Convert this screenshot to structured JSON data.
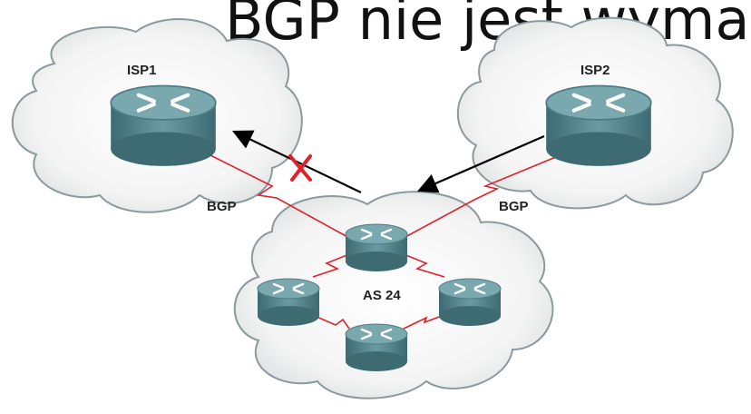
{
  "title": "BGP nie jest wymagany",
  "clouds": {
    "isp1": {
      "label": "ISP1"
    },
    "isp2": {
      "label": "ISP2"
    },
    "as": {
      "label": "AS 24"
    }
  },
  "links": {
    "left_label": "BGP",
    "right_label": "BGP"
  },
  "colors": {
    "cloud_fill": "#eeeeee",
    "cloud_stroke": "#8a9aa0",
    "router_top": "#5e8f97",
    "router_side": "#4a7880",
    "link": "#e0202a",
    "arrow": "#000000",
    "blocked_mark": "#e0202a"
  },
  "icons": {
    "router": "router-icon",
    "blocked": "x-mark-icon",
    "arrow": "arrow-icon"
  }
}
